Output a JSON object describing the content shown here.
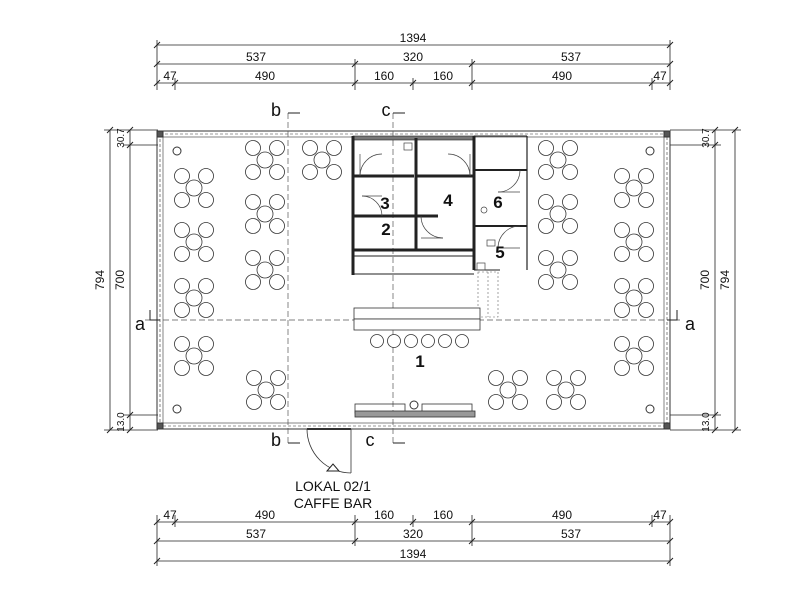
{
  "dimensions": {
    "top": {
      "total": "1394",
      "mid": [
        "537",
        "320",
        "537"
      ],
      "detail": [
        "47",
        "490",
        "160",
        "160",
        "490",
        "47"
      ]
    },
    "bottom": {
      "total": "1394",
      "mid": [
        "537",
        "320",
        "537"
      ],
      "detail": [
        "47",
        "490",
        "160",
        "160",
        "490",
        "47"
      ]
    },
    "left": {
      "total": "794",
      "mid": "700",
      "top_small": "30.7",
      "bottom_small": "13.0"
    },
    "right": {
      "total": "794",
      "mid": "700",
      "top_small": "30.7",
      "bottom_small": "13.0"
    }
  },
  "section_marks": {
    "a": "a",
    "b": "b",
    "c": "c"
  },
  "rooms": [
    "1",
    "2",
    "3",
    "4",
    "5",
    "6"
  ],
  "caption": {
    "line1": "LOKAL 02/1",
    "line2": "CAFFE BAR"
  }
}
